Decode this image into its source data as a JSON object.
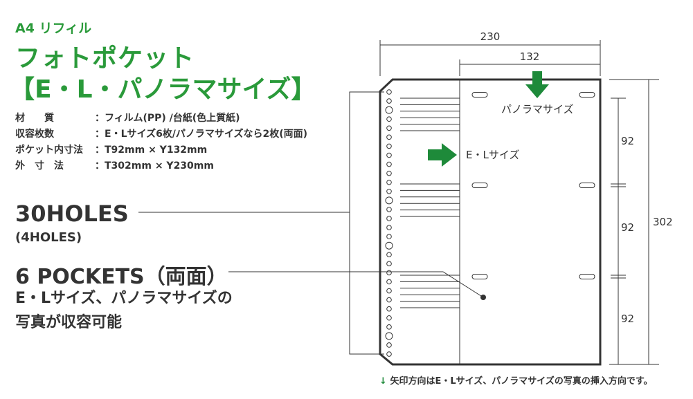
{
  "subtitle": "A4 リフィル",
  "title_line1": "フォトポケット",
  "title_line2": "【E・L・パノラマサイズ】",
  "specs": [
    {
      "key": "材　　質",
      "value": "：フィルム(PP) /台紙(色上質紙)"
    },
    {
      "key": "収容枚数",
      "value": "：E・Lサイズ6枚/パノラマサイズなら2枚(両面)"
    },
    {
      "key": "ポケット内寸法",
      "value": "：T92mm × Y132mm"
    },
    {
      "key": "外　寸　法",
      "value": "：T302mm × Y230mm"
    }
  ],
  "holes_label": "30HOLES",
  "holes_sub": "(4HOLES)",
  "pockets_label": "6 POCKETS（両面）",
  "pockets_desc1": "E・Lサイズ、パノラマサイズの",
  "pockets_desc2": "写真が収容可能",
  "diagram": {
    "dim_width": "230",
    "dim_pocket_width": "132",
    "dim_height": "302",
    "dim_pocket_heights": [
      "92",
      "92",
      "92"
    ],
    "panorama_label": "パノラマサイズ",
    "el_label": "E・Lサイズ",
    "accent_color": "#1e8a3a"
  },
  "note_arrow": "↓",
  "note": "矢印方向はE・Lサイズ、パノラマサイズの写真の挿入方向です。"
}
